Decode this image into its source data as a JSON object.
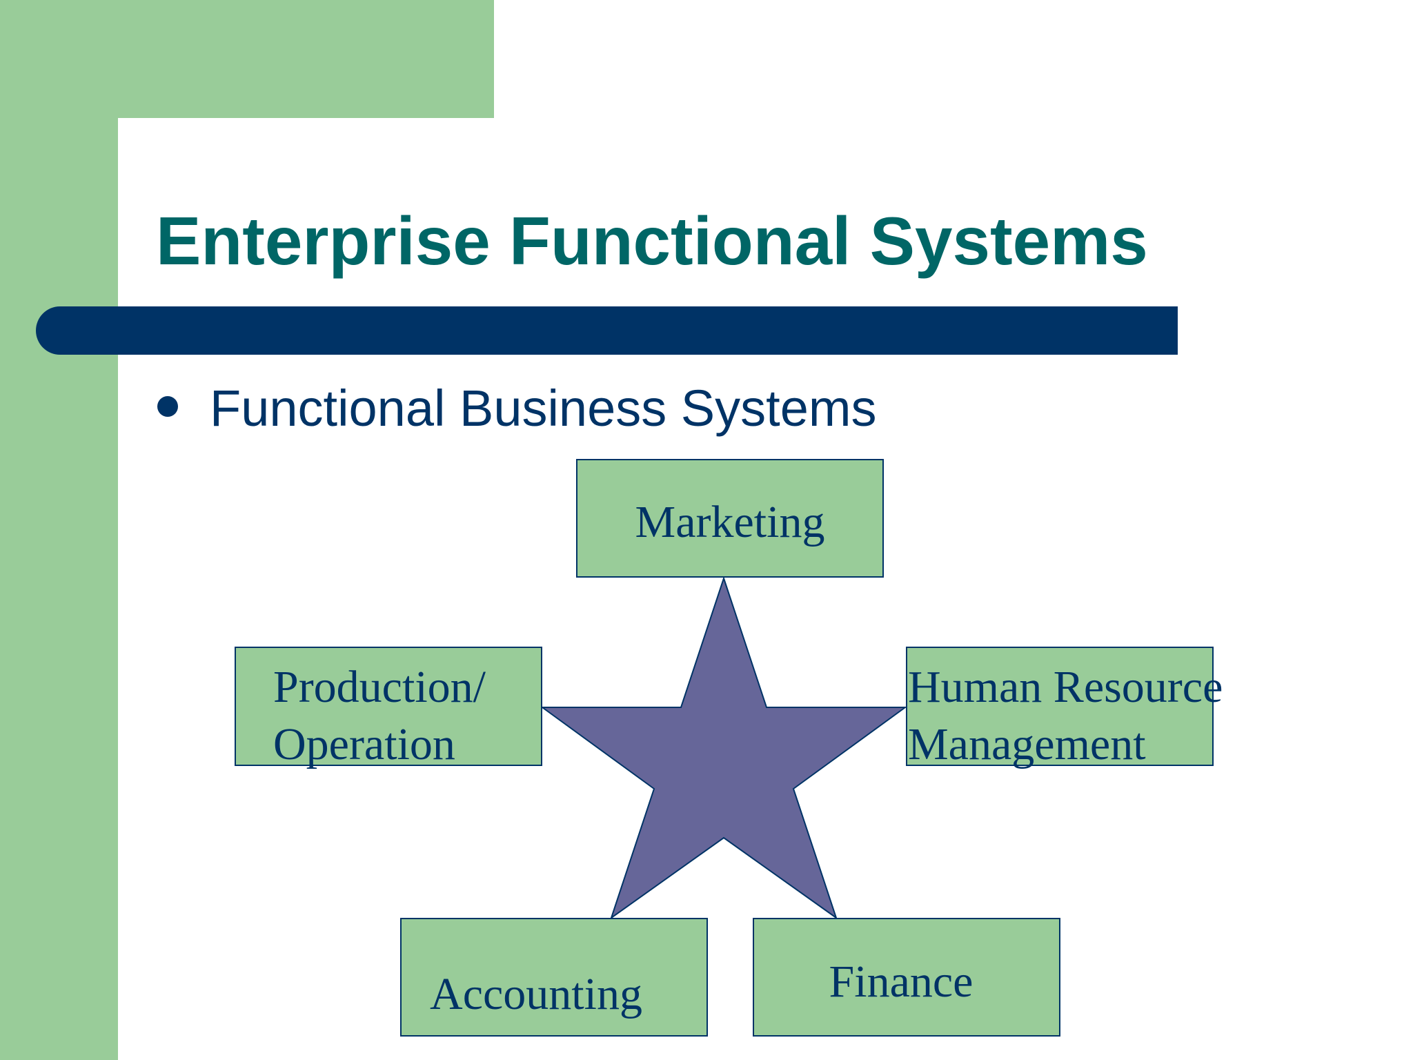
{
  "slide": {
    "title": "Enterprise Functional Systems",
    "bullet": "Functional Business Systems"
  },
  "diagram": {
    "nodes": {
      "marketing": "Marketing",
      "production_line1": "Production/",
      "production_line2": "Operation",
      "hrm_line1": "Human Resource",
      "hrm_line2": "Management",
      "accounting": "Accounting",
      "finance": "Finance"
    }
  },
  "colors": {
    "accent_green": "#99cc99",
    "title_teal": "#006666",
    "navy": "#003366",
    "star_fill": "#666699"
  }
}
